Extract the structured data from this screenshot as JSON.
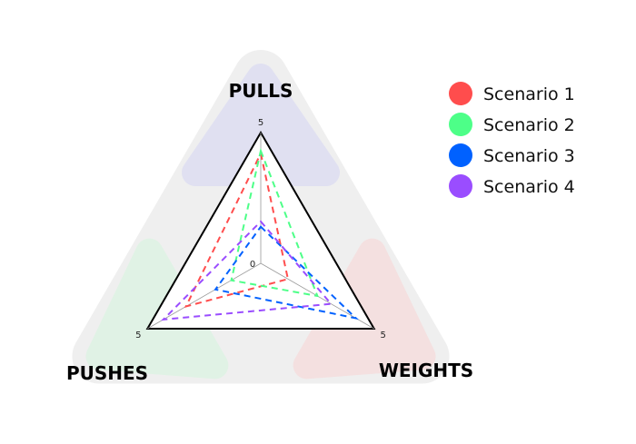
{
  "chart_data": {
    "type": "radar",
    "axes": [
      "PULLS",
      "WEIGHTS",
      "PUSHES"
    ],
    "range": [
      0,
      5
    ],
    "tick_labels": {
      "min": "0",
      "max": "5"
    },
    "series": [
      {
        "name": "Scenario 1",
        "color": "#ff4d4d",
        "values": {
          "PULLS": 4.2,
          "WEIGHTS": 1.2,
          "PUSHES": 3.3
        }
      },
      {
        "name": "Scenario 2",
        "color": "#4dff88",
        "values": {
          "PULLS": 4.3,
          "WEIGHTS": 2.5,
          "PUSHES": 1.3
        }
      },
      {
        "name": "Scenario 3",
        "color": "#0061ff",
        "values": {
          "PULLS": 1.4,
          "WEIGHTS": 4.2,
          "PUSHES": 2.0
        }
      },
      {
        "name": "Scenario 4",
        "color": "#9a4dff",
        "values": {
          "PULLS": 1.6,
          "WEIGHTS": 3.1,
          "PUSHES": 4.3
        }
      }
    ],
    "axis_band_colors": {
      "PULLS": "#dcdcf2",
      "WEIGHTS": "#f6dcdc",
      "PUSHES": "#dcf4e2"
    },
    "legend_position": "top-right"
  }
}
